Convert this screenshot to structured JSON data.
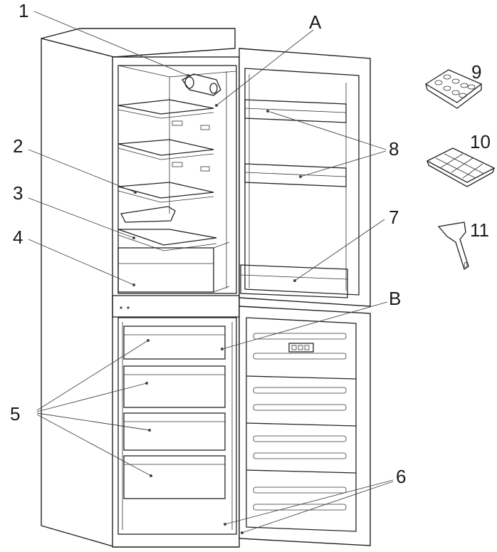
{
  "diagram": {
    "callouts": {
      "c1": "1",
      "c2": "2",
      "c3": "3",
      "c4": "4",
      "c5": "5",
      "c6": "6",
      "c7": "7",
      "c8": "8",
      "c9": "9",
      "c10": "10",
      "c11": "11",
      "cA": "A",
      "cB": "B"
    },
    "parts": {
      "fridge_cabinet": "refrigerator-compartment",
      "freezer_cabinet": "freezer-compartment",
      "egg_tray": "egg-tray",
      "ice_tray": "ice-cube-tray",
      "ice_scraper": "ice-scraper"
    },
    "colors": {
      "line": "#222222",
      "background": "#ffffff"
    }
  }
}
